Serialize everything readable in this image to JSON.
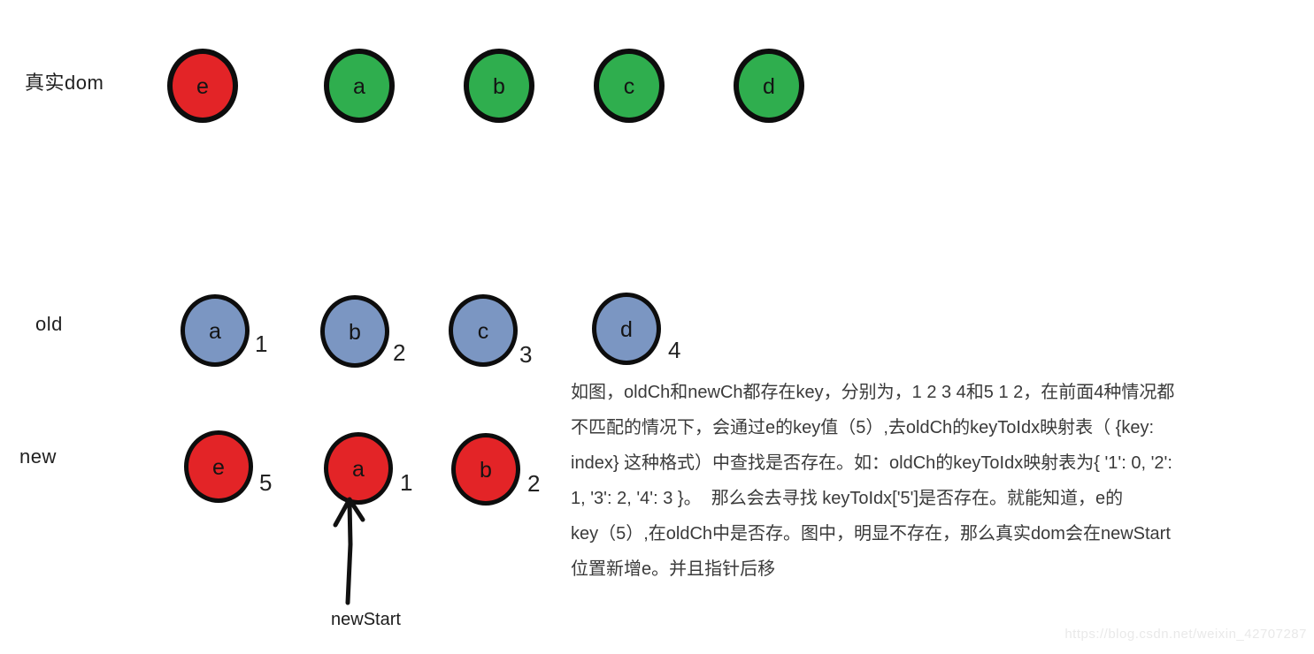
{
  "colors": {
    "red": "#e32427",
    "green": "#2fae4e",
    "blue": "#7b96c2",
    "stroke": "#0d0d0d"
  },
  "rows": {
    "realdom": {
      "label": "真实dom",
      "nodes": [
        {
          "label": "e",
          "color": "red"
        },
        {
          "label": "a",
          "color": "green"
        },
        {
          "label": "b",
          "color": "green"
        },
        {
          "label": "c",
          "color": "green"
        },
        {
          "label": "d",
          "color": "green"
        }
      ]
    },
    "old": {
      "label": "old",
      "nodes": [
        {
          "label": "a",
          "key": "1"
        },
        {
          "label": "b",
          "key": "2"
        },
        {
          "label": "c",
          "key": "3"
        },
        {
          "label": "d",
          "key": "4"
        }
      ]
    },
    "new": {
      "label": "new",
      "nodes": [
        {
          "label": "e",
          "key": "5"
        },
        {
          "label": "a",
          "key": "1"
        },
        {
          "label": "b",
          "key": "2"
        }
      ]
    }
  },
  "pointer": {
    "label": "newStart"
  },
  "paragraph": {
    "lines": [
      "如图，oldCh和newCh都存在key，分别为，1 2 3 4和5 1 2，在前面4种情况都",
      "不匹配的情况下，会通过e的key值（5）,去oldCh的keyToIdx映射表（ {key:",
      "index} 这种格式）中查找是否存在。如：oldCh的keyToIdx映射表为{ '1': 0, '2':",
      "1, '3': 2, '4': 3 }。  那么会去寻找 keyToIdx['5']是否存在。就能知道，e的",
      "key（5）,在oldCh中是否存。图中，明显不存在，那么真实dom会在newStart",
      "位置新增e。并且指针后移"
    ]
  },
  "watermark": "https://blog.csdn.net/weixin_42707287"
}
